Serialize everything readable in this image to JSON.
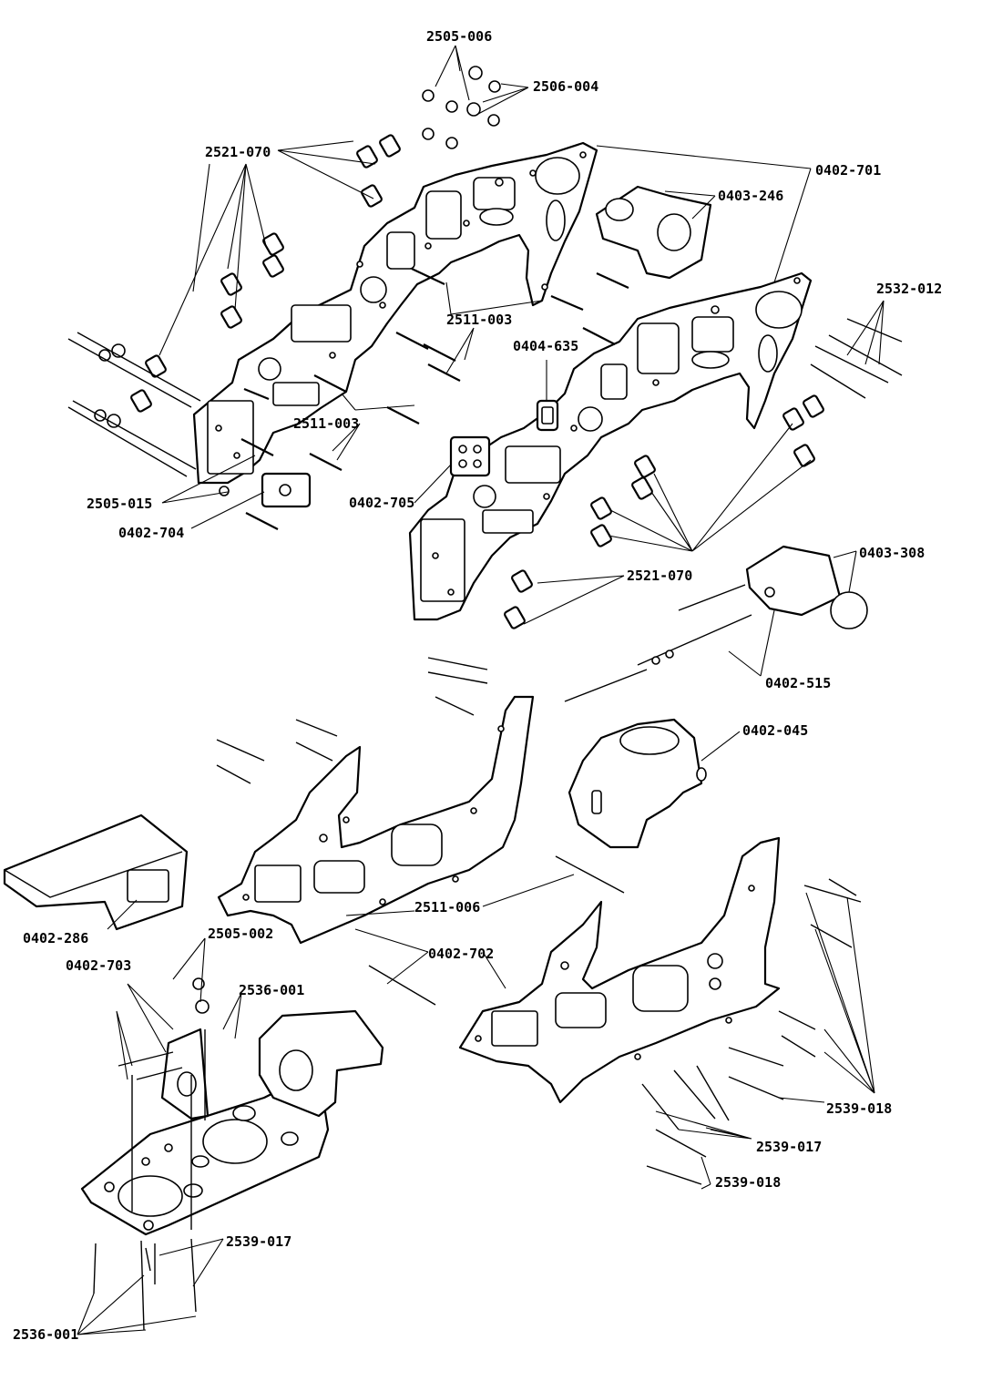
{
  "parts": {
    "p2505_006": "2505-006",
    "p2506_004": "2506-004",
    "p2521_070_top": "2521-070",
    "p0402_701": "0402-701",
    "p0403_246": "0403-246",
    "p2532_012": "2532-012",
    "p2511_003_a": "2511-003",
    "p0404_635": "0404-635",
    "p2511_003_b": "2511-003",
    "p2505_015": "2505-015",
    "p0402_704": "0402-704",
    "p0402_705": "0402-705",
    "p0403_308": "0403-308",
    "p2521_070_mid": "2521-070",
    "p0402_515": "0402-515",
    "p0402_045": "0402-045",
    "p0402_286": "0402-286",
    "p2505_002": "2505-002",
    "p2511_006": "2511-006",
    "p0402_703": "0402-703",
    "p0402_702": "0402-702",
    "p2536_001_a": "2536-001",
    "p2539_018_a": "2539-018",
    "p2539_017_a": "2539-017",
    "p2539_018_b": "2539-018",
    "p2539_017_b": "2539-017",
    "p2536_001_b": "2536-001"
  },
  "colors": {
    "ink": "#000000",
    "paper": "#ffffff"
  }
}
